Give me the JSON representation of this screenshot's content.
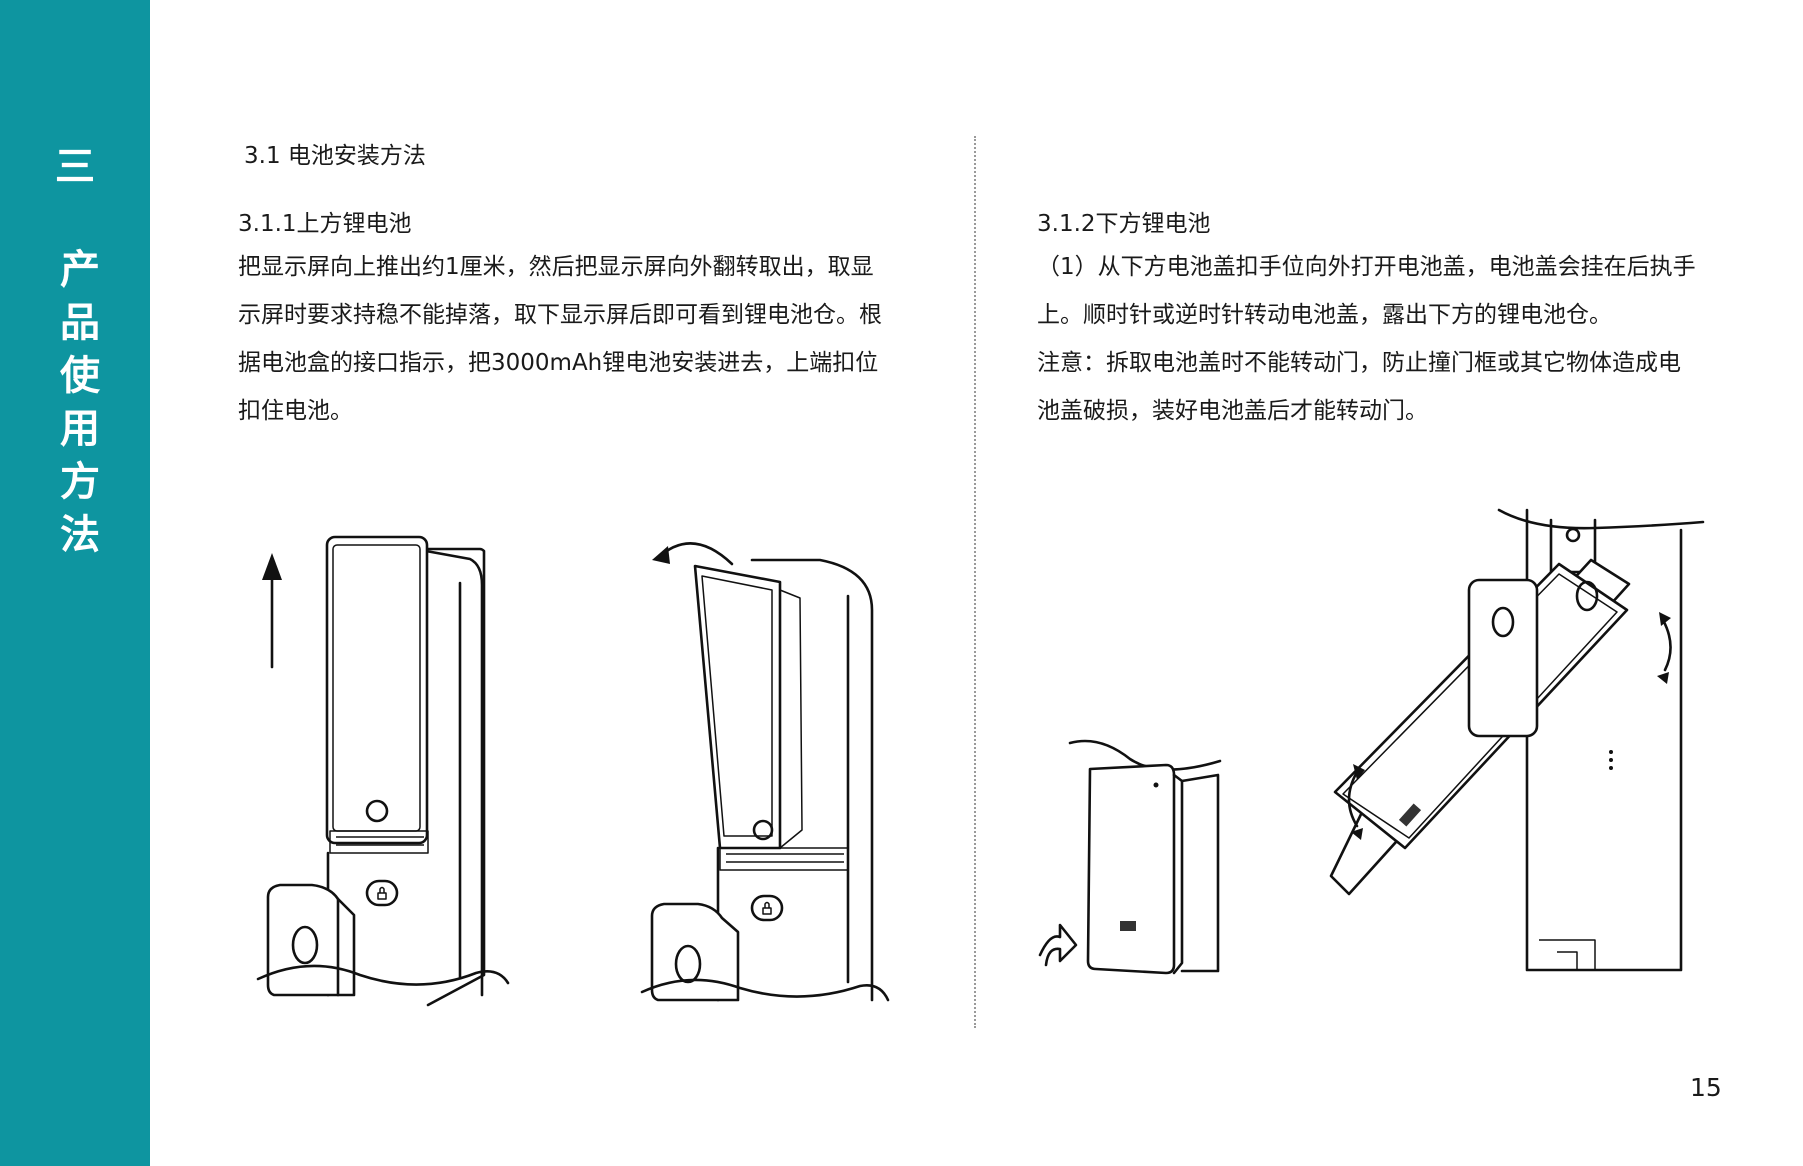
{
  "sidebar": {
    "chapter_number": "三",
    "chapter_title_chars": [
      "产",
      "品",
      "使",
      "用",
      "方",
      "法"
    ],
    "color": "#0e95a0"
  },
  "section": {
    "title": "3.1 电池安装方法"
  },
  "left": {
    "subtitle": "3.1.1上方锂电池",
    "lines": [
      "把显示屏向上推出约1厘米，然后把显示屏向外翻转取出，取显",
      "示屏时要求持稳不能掉落，取下显示屏后即可看到锂电池仓。根",
      "据电池盒的接口指示，把3000mAh锂电池安装进去，上端扣位",
      "扣住电池。"
    ]
  },
  "right": {
    "subtitle": "3.1.2下方锂电池",
    "lines": [
      "（1）从下方电池盖扣手位向外打开电池盖，电池盖会挂在后执手",
      "上。顺时针或逆时针转动电池盖，露出下方的锂电池仓。",
      "注意：拆取电池盖时不能转动门，防止撞门框或其它物体造成电",
      "池盖破损，装好电池盖后才能转动门。"
    ]
  },
  "page_number": "15"
}
